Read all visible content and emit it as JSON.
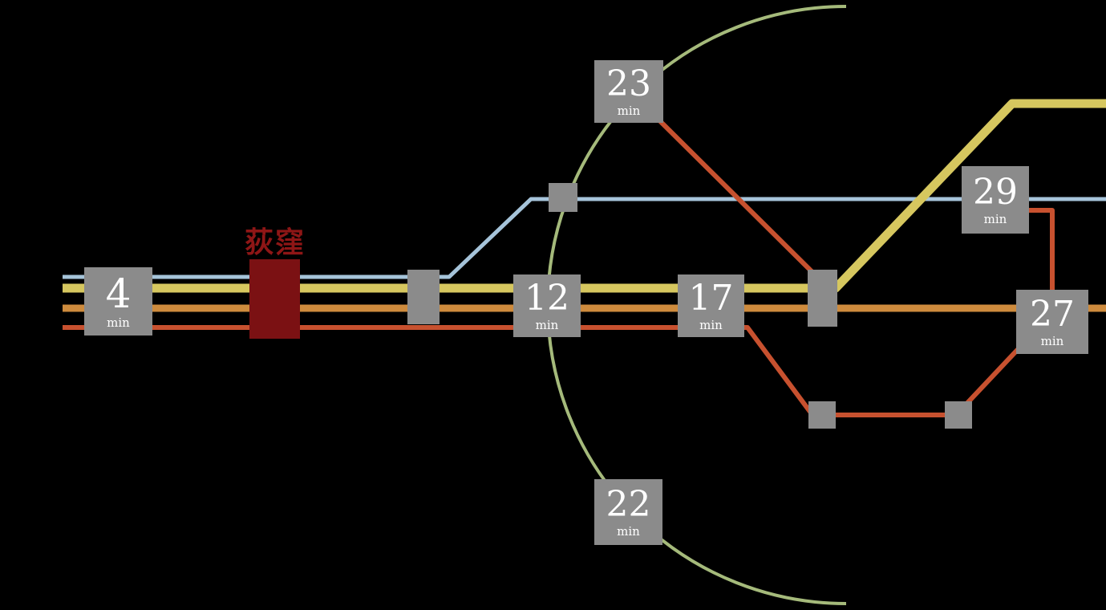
{
  "map": {
    "origin_station": {
      "name": "荻窪"
    },
    "badges": [
      {
        "value": "4",
        "unit": "min"
      },
      {
        "value": "12",
        "unit": "min"
      },
      {
        "value": "17",
        "unit": "min"
      },
      {
        "value": "23",
        "unit": "min"
      },
      {
        "value": "29",
        "unit": "min"
      },
      {
        "value": "27",
        "unit": "min"
      },
      {
        "value": "22",
        "unit": "min"
      }
    ],
    "colors": {
      "background": "#000000",
      "blue_line": "#a6c4da",
      "yellow_line": "#d6c75f",
      "orange_line": "#ce8b3d",
      "red_line": "#c7512f",
      "green_arc_line": "#a5ba7b",
      "marker_gray": "#8b8b8b",
      "origin_red": "#7b1113",
      "origin_text_red": "#8e1616",
      "badge_text": "#ffffff"
    }
  }
}
